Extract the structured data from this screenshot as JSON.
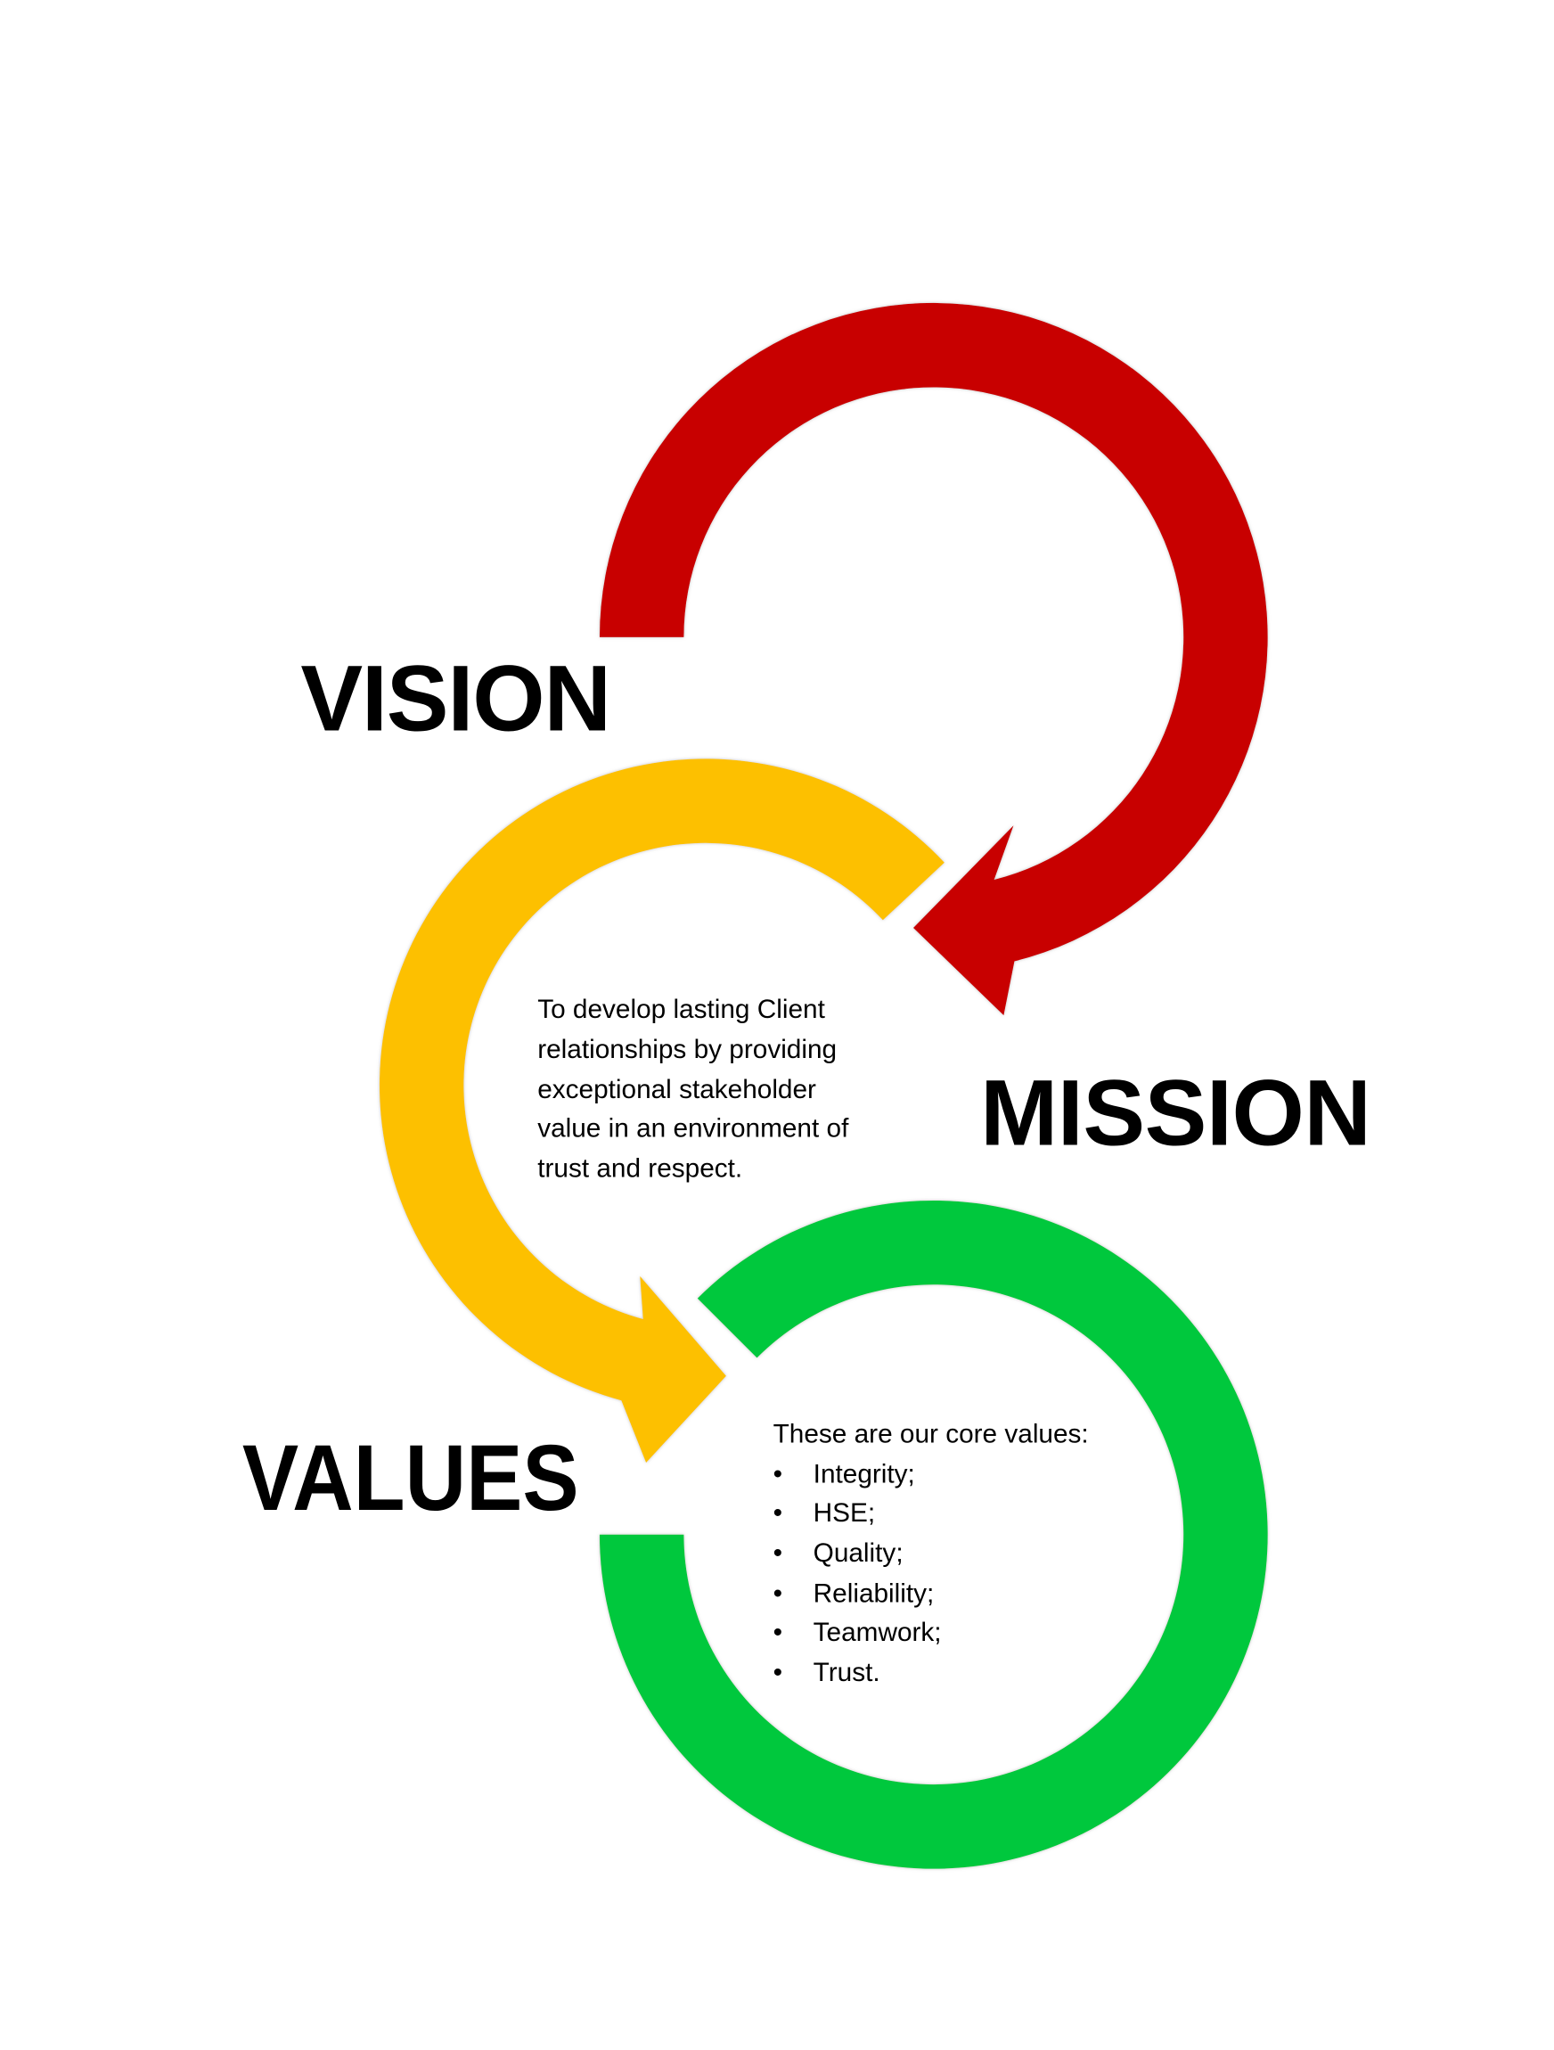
{
  "colors": {
    "vision": "#c80000",
    "mission": "#fdc000",
    "values": "#00c83c",
    "text": "#000000"
  },
  "vision": {
    "title": "VISION"
  },
  "mission": {
    "title": "MISSION",
    "lines": [
      "To develop lasting Client",
      "relationships  by providing",
      "exceptional stakeholder",
      "value in an environment of",
      "trust and respect."
    ]
  },
  "values": {
    "title": "VALUES",
    "intro": "These are our core values:",
    "bullet": "•",
    "items": [
      "Integrity;",
      "HSE;",
      "Quality;",
      "Reliability;",
      "Teamwork;",
      "Trust."
    ]
  }
}
